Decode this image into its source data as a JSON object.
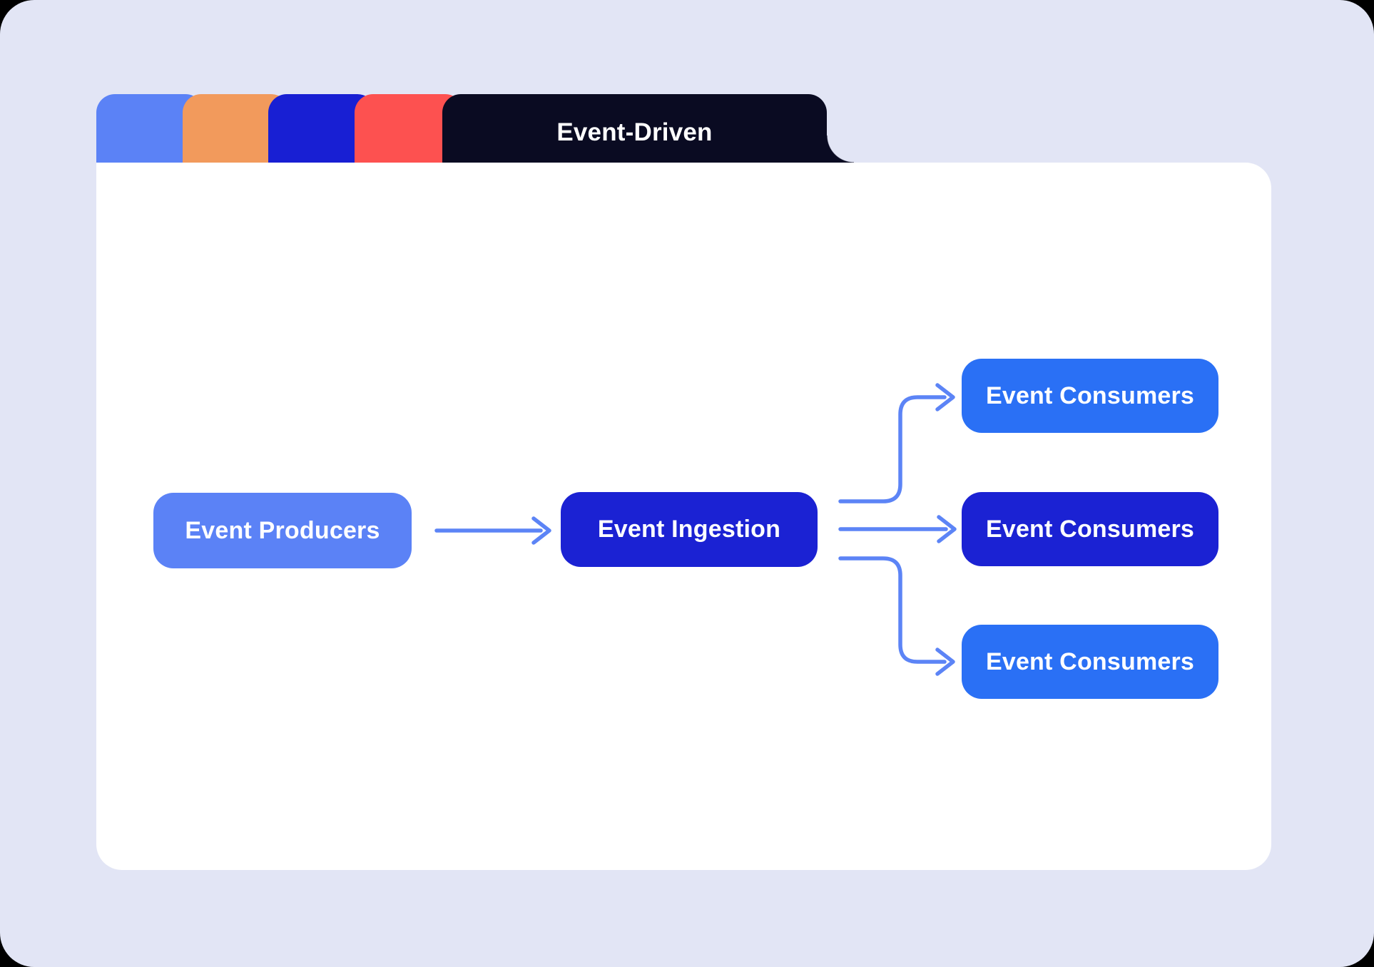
{
  "page": {
    "background_color": "#E2E5F5",
    "surface_color": "#FFFFFF"
  },
  "tab_bar": {
    "decorative_tabs": [
      {
        "name": "blue-tab",
        "color": "#5B82F6"
      },
      {
        "name": "orange-tab",
        "color": "#F29A5C"
      },
      {
        "name": "dark-blue-tab",
        "color": "#181FD3"
      },
      {
        "name": "red-tab",
        "color": "#FD5150"
      }
    ],
    "active_tab": {
      "label": "Event-Driven",
      "color": "#0A0B22",
      "text_color": "#FFFFFF"
    }
  },
  "diagram": {
    "arrow_color": "#5C84F6",
    "nodes": {
      "producers": {
        "label": "Event Producers",
        "color": "#5B82F6"
      },
      "ingestion": {
        "label": "Event Ingestion",
        "color": "#1B22D3"
      },
      "consumer_top": {
        "label": "Event Consumers",
        "color": "#2A70F5"
      },
      "consumer_middle": {
        "label": "Event Consumers",
        "color": "#1B22D3"
      },
      "consumer_bottom": {
        "label": "Event Consumers",
        "color": "#2A70F5"
      }
    },
    "edges": [
      {
        "from": "event-producers",
        "to": "event-ingestion"
      },
      {
        "from": "event-ingestion",
        "to": "event-consumers-top"
      },
      {
        "from": "event-ingestion",
        "to": "event-consumers-middle"
      },
      {
        "from": "event-ingestion",
        "to": "event-consumers-bottom"
      }
    ]
  }
}
